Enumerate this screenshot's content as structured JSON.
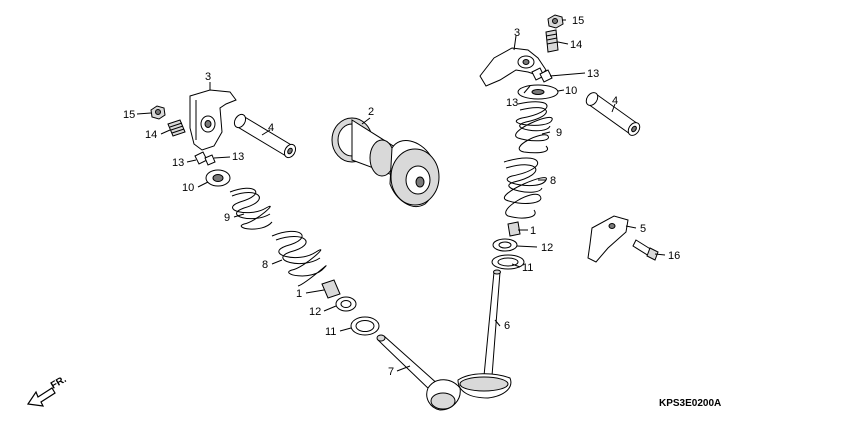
{
  "diagram": {
    "catalog_code": "KPS3E0200A",
    "direction_label": "FR.",
    "callouts": [
      {
        "id": "rocker-arm-left",
        "label": "3"
      },
      {
        "id": "nut-left",
        "label": "15"
      },
      {
        "id": "adjust-screw-left",
        "label": "14"
      },
      {
        "id": "clip-left-a",
        "label": "13"
      },
      {
        "id": "clip-left-b",
        "label": "13"
      },
      {
        "id": "rocker-shaft-left",
        "label": "4"
      },
      {
        "id": "camshaft",
        "label": "2"
      },
      {
        "id": "retainer-left",
        "label": "10"
      },
      {
        "id": "outer-spring-left",
        "label": "9"
      },
      {
        "id": "inner-spring-left",
        "label": "8"
      },
      {
        "id": "cotter-left",
        "label": "1"
      },
      {
        "id": "stem-seal-left",
        "label": "12"
      },
      {
        "id": "spring-seat-left",
        "label": "11"
      },
      {
        "id": "intake-valve",
        "label": "7"
      },
      {
        "id": "rocker-arm-right",
        "label": "3"
      },
      {
        "id": "nut-right",
        "label": "15"
      },
      {
        "id": "adjust-screw-right",
        "label": "14"
      },
      {
        "id": "clip-right-a",
        "label": "13"
      },
      {
        "id": "clip-right-b",
        "label": "13"
      },
      {
        "id": "retainer-right",
        "label": "10"
      },
      {
        "id": "rocker-shaft-right",
        "label": "4"
      },
      {
        "id": "outer-spring-right",
        "label": "9"
      },
      {
        "id": "inner-spring-right",
        "label": "8"
      },
      {
        "id": "cotter-right",
        "label": "1"
      },
      {
        "id": "stem-seal-right",
        "label": "12"
      },
      {
        "id": "spring-seat-right",
        "label": "11"
      },
      {
        "id": "exhaust-valve",
        "label": "6"
      },
      {
        "id": "holder-plate",
        "label": "5"
      },
      {
        "id": "bolt",
        "label": "16"
      }
    ]
  }
}
